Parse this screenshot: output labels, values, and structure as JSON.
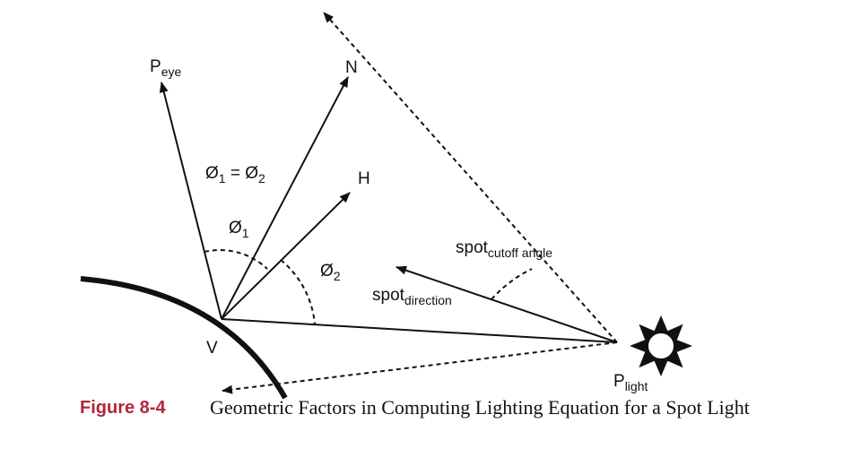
{
  "diagram": {
    "labels": {
      "p_eye_main": "P",
      "p_eye_sub": "eye",
      "n": "N",
      "h": "H",
      "v": "V",
      "p_light_main": "P",
      "p_light_sub": "light",
      "equality_a": "Ø",
      "equality_a_sub": "1",
      "equality_eq": " = ",
      "equality_b": "Ø",
      "equality_b_sub": "2",
      "theta1_main": "Ø",
      "theta1_sub": "1",
      "theta2_main": "Ø",
      "theta2_sub": "2",
      "spot_dir_main": "spot",
      "spot_dir_sub": "direction",
      "spot_cut_main": "spot",
      "spot_cut_sub": "cutoff angle"
    }
  },
  "caption": {
    "label": "Figure 8-4",
    "text": "Geometric Factors in Computing Lighting Equation for a Spot Light"
  },
  "colors": {
    "caption_label": "#b3263a",
    "ink": "#111111"
  }
}
